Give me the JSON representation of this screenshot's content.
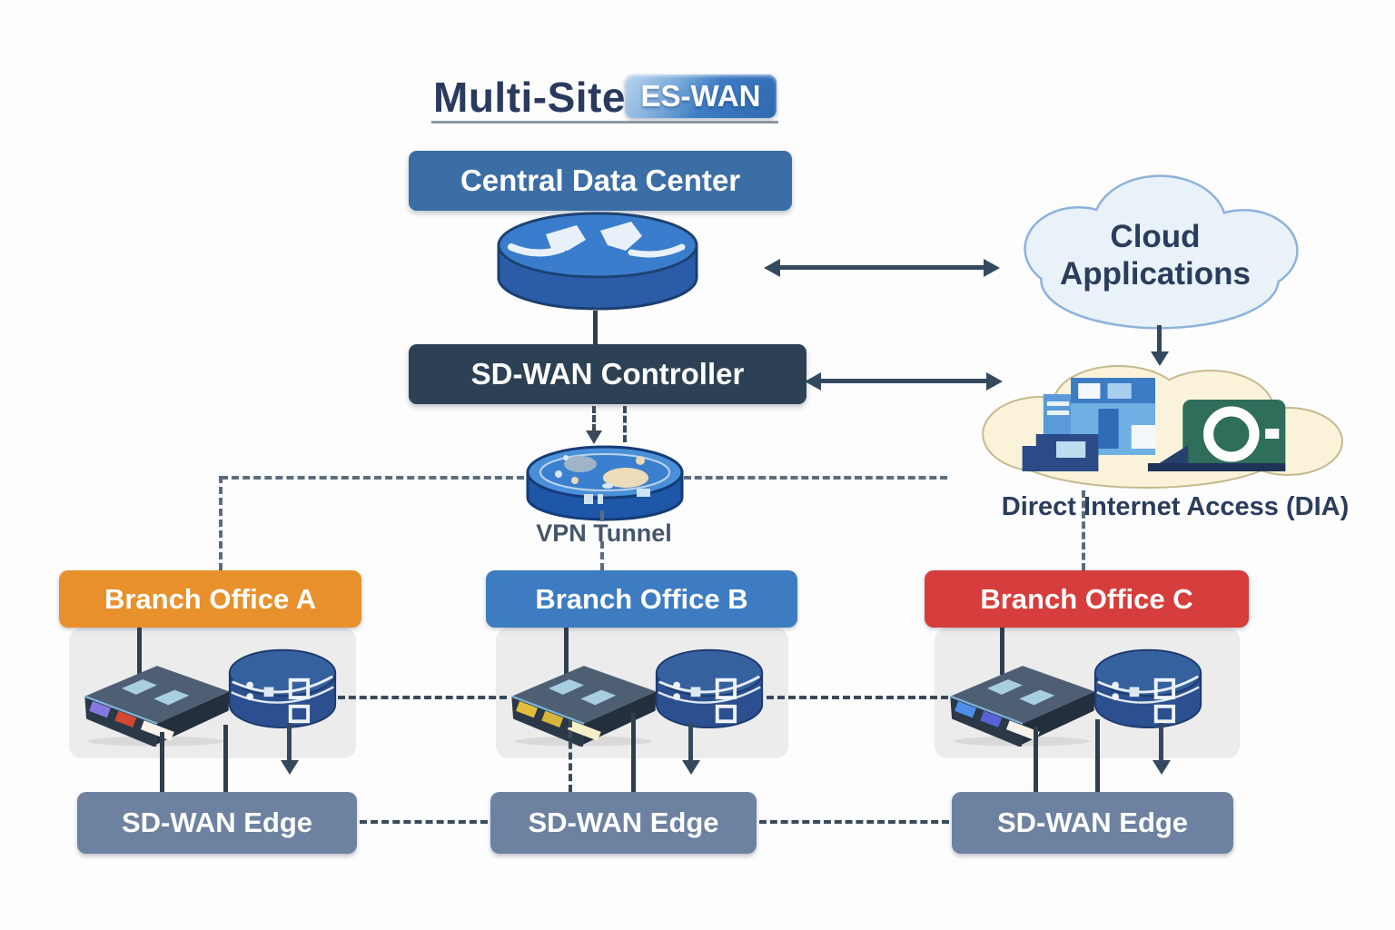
{
  "title": {
    "text": "Multi-Site",
    "badge": "ES-WAN"
  },
  "nodes": {
    "data_center": {
      "label": "Central Data Center",
      "color": "#3C6EA6"
    },
    "controller": {
      "label": "SD-WAN Controller",
      "color": "#2C4154"
    },
    "vpn_tunnel": {
      "label": "VPN Tunnel"
    },
    "cloud_apps": {
      "line1": "Cloud",
      "line2": "Applications",
      "fill": "#E9F1F9",
      "stroke": "#8CB2DC"
    },
    "dia": {
      "label": "Direct Internet Access (DIA)",
      "fill": "#FAF3DA",
      "stroke": "#C6B98E"
    }
  },
  "branches": [
    {
      "label": "Branch Office A",
      "color": "#E8912C",
      "leds": [
        "#8578E0",
        "#D1482F",
        "#F7F3EA"
      ]
    },
    {
      "label": "Branch Office B",
      "color": "#3E7CC2",
      "leds": [
        "#E3BE3C",
        "#D9B63A",
        "#F6EFC9"
      ]
    },
    {
      "label": "Branch Office C",
      "color": "#D53E3C",
      "leds": [
        "#4D8FE8",
        "#5763D6",
        "#F7F3EA"
      ]
    }
  ],
  "edges": [
    {
      "label": "SD-WAN Edge"
    },
    {
      "label": "SD-WAN Edge"
    },
    {
      "label": "SD-WAN Edge"
    }
  ],
  "styles": {
    "edge_box": "#6D82A0",
    "solid_line": "#2F3E4E",
    "dash_line": "#5C6C7E",
    "arrow": "#34495E"
  },
  "icons": {
    "router": "router-disk",
    "vpn_tunnel": "vpn-tunnel-disk",
    "cloud": "cloud-shape",
    "appliance": "network-appliance",
    "server": "server-drum",
    "app_window": "app-window",
    "printer": "printer",
    "laptop": "laptop"
  }
}
